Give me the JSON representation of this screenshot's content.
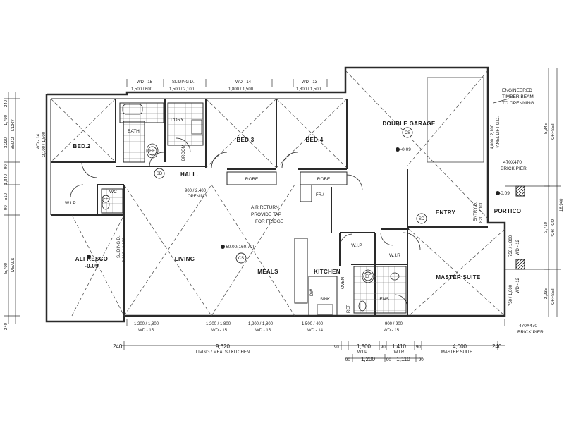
{
  "rooms": {
    "bed2": "BED.2",
    "bath": "BATH",
    "ldry": "L'DRY",
    "broom": "BROOM",
    "hall": "HALL.",
    "bed3": "BED.3",
    "bed4": "BED.4",
    "robe1": "ROBE",
    "robe2": "ROBE",
    "double_garage": "DOUBLE GARAGE",
    "wip": "W.I.P",
    "wc": "WC",
    "alfresco": "ALFRESCO",
    "alfresco_level": "-0.09",
    "living": "LIVING",
    "meals": "MEALS",
    "kitchen": "KITCHEN",
    "wip2": "W.I.P",
    "wir": "W.I.R",
    "ens": "ENS.",
    "entry": "ENTRY",
    "portico": "PORTICO",
    "master_suite": "MASTER SUITE",
    "fr": "FR./"
  },
  "symbols": {
    "sd": "SD",
    "cs": "CS",
    "ef": "EF"
  },
  "notes": {
    "air_return": "AIR RETURN",
    "tap_line1": "PROVIDE TAP",
    "tap_line2": "FOR FRIDGE",
    "level_center": "±0.00(160.70)",
    "garage_level": "-0.09",
    "portico_level": "-0.09",
    "opening": "900 / 2,400",
    "opening2": "OPENING",
    "beam_line1": "ENGINEERED",
    "beam_line2": "TIMBER BEAM",
    "beam_line3": "TO OPENNING.",
    "pier_top_1": "470X470",
    "pier_top_2": "BRICK PIER",
    "pier_bot_1": "470X470",
    "pier_bot_2": "BRICK PIER",
    "panel_lift": "PANEL LIFT G.D.",
    "garage_door": "4,800 / 2,100",
    "sink": "SINK",
    "oven": "OVEN",
    "dw": "DW",
    "ref": "REF"
  },
  "top_windows": [
    {
      "code": "WD - 15",
      "size": "1,500 / 600"
    },
    {
      "code": "SLIDING D.",
      "size": "1,500 / 2,100"
    },
    {
      "code": "WD - 14",
      "size": "1,800 / 1,500"
    },
    {
      "code": "WD - 13",
      "size": "1,800 / 1,500"
    }
  ],
  "bottom_windows": [
    {
      "size": "1,200 / 1,800",
      "code": "WD - 15"
    },
    {
      "size": "1,200 / 1,800",
      "code": "WD - 15"
    },
    {
      "size": "1,200 / 1,800",
      "code": "WD - 15"
    },
    {
      "size": "1,500 / 400",
      "code": "WD - 14"
    },
    {
      "size": "900 / 900",
      "code": "WD - 15"
    }
  ],
  "left_windows": {
    "wd14": "WD - 14",
    "wd14_size": "2,100 / 1,500",
    "sliding": "SLIDING D.",
    "sliding_size": "2,300 / 2,100"
  },
  "right_windows": {
    "wd12a": "WD - 12",
    "wd12a_size": "750 / 1,800",
    "wd12b": "WD - 12",
    "wd12b_size": "750 / 1,800",
    "entry_d": "ENTRY D.",
    "entry_d_size": "820 / 2,100"
  },
  "bottom_dims": {
    "row1": [
      "240",
      "9,620",
      "90",
      "1,500",
      "90",
      "1,410",
      "90",
      "4,000",
      "240"
    ],
    "row1_labels": [
      "LIVING / MEALS / KITCHEN",
      "W.I.P",
      "W.I.R",
      "MASTER SUITE"
    ],
    "row2": [
      "90",
      "1,200",
      "90",
      "1,110",
      "90"
    ]
  },
  "left_dims": [
    "240",
    "1,790",
    "3,220",
    "90",
    "1,840",
    "510",
    "90",
    "5,700",
    "240"
  ],
  "left_labels": [
    "L'DRY",
    "BED.2",
    "MEALS"
  ],
  "right_dims": {
    "offset1": "5,345",
    "offset1_label": "OFFSET",
    "portico": "3,710",
    "portico_label": "PORTICO",
    "offset2": "2,235",
    "offset2_label": "OFFSET",
    "total": "16,940"
  },
  "colors": {
    "line": "#1a1a1a",
    "wall": "#2a2a2a",
    "hatch": "#555555"
  }
}
